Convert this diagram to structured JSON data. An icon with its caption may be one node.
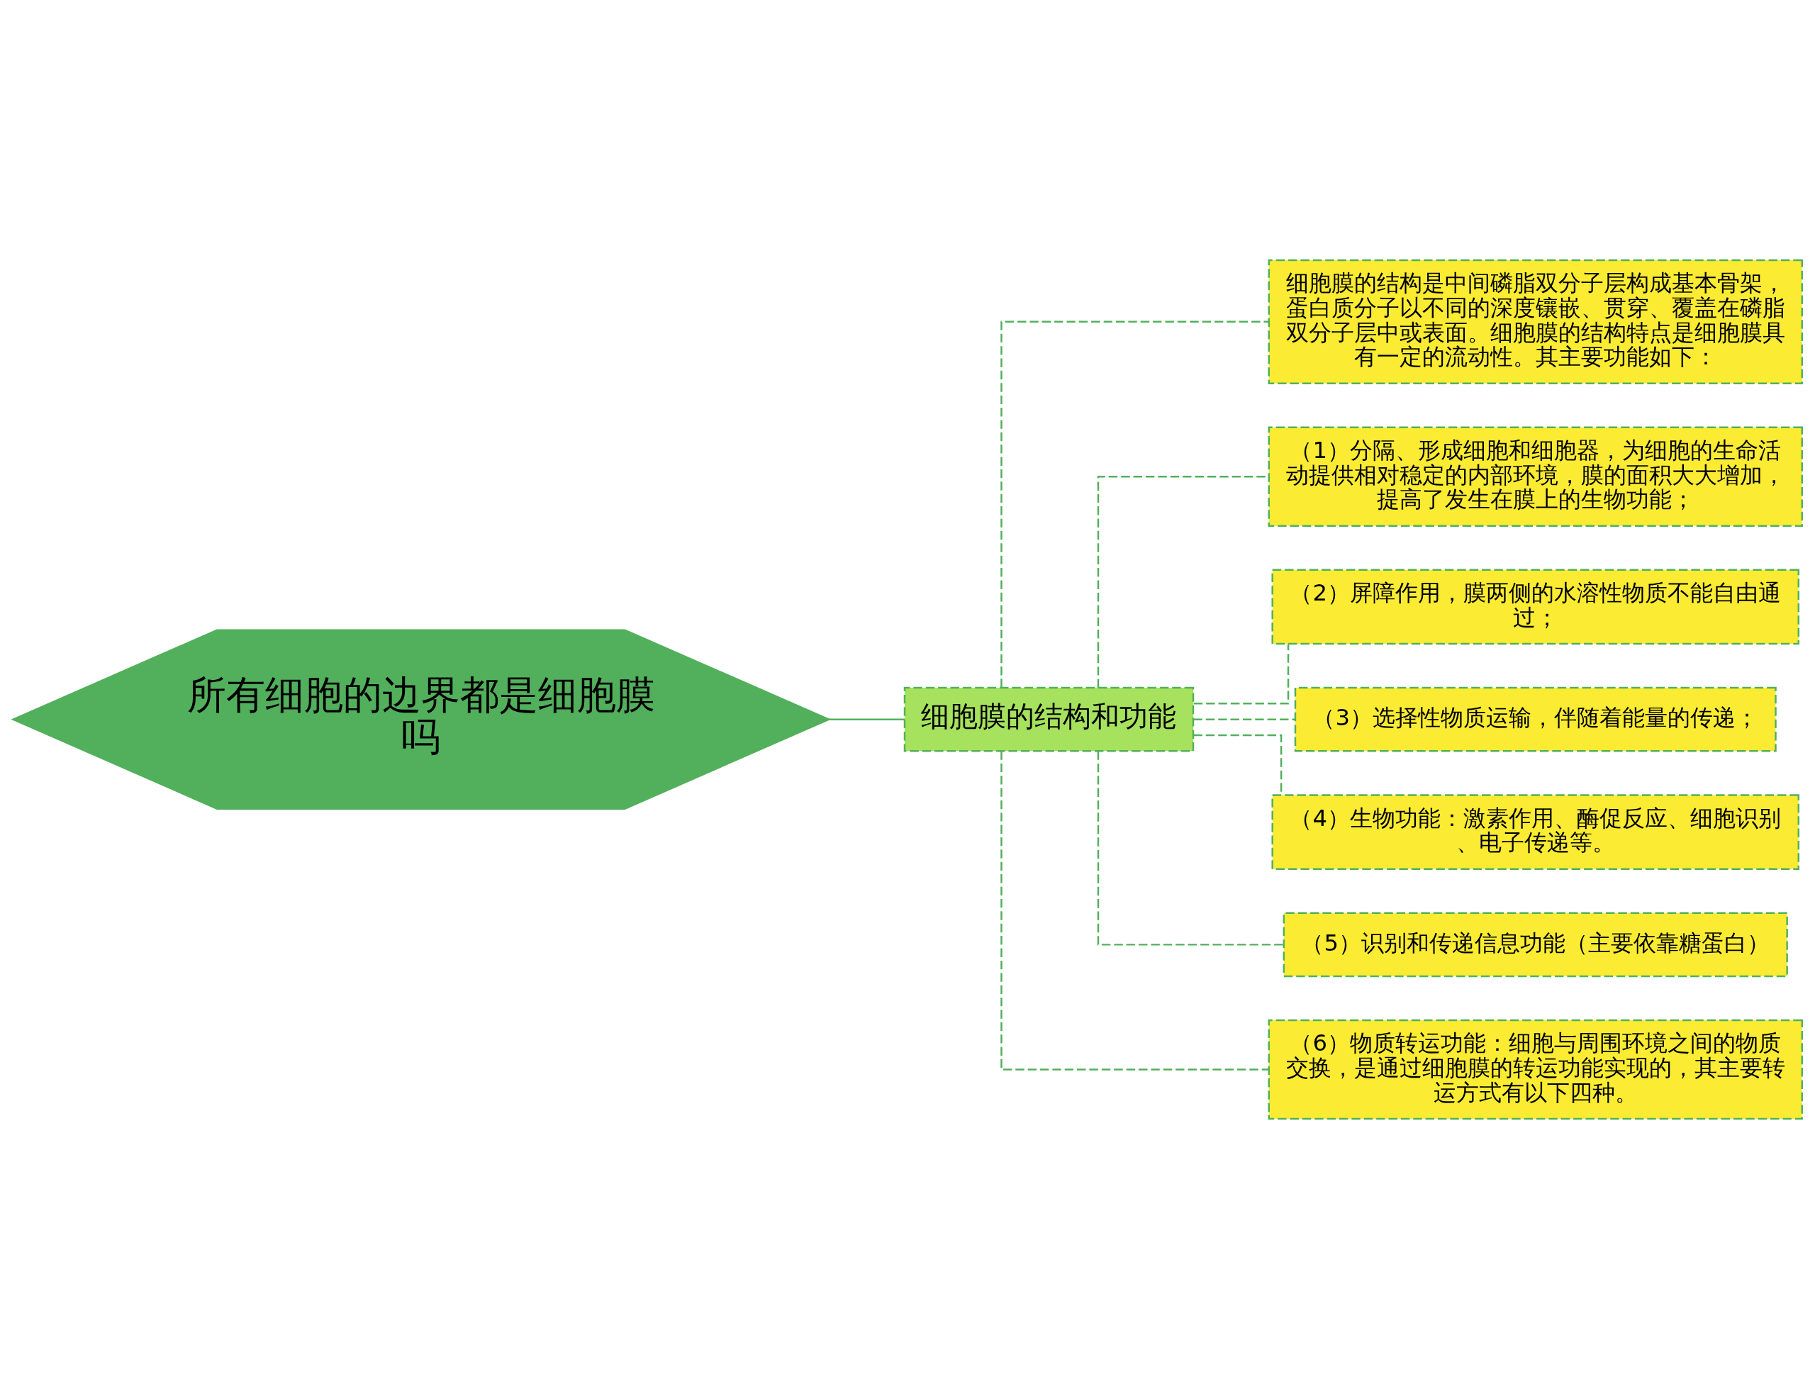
{
  "diagram": {
    "nodes": [
      {
        "text": [
          "所有细胞的边界都是细胞膜吗"
        ]
      },
      {
        "text": [
          "细胞膜的结构和功能"
        ]
      },
      {
        "text": [
          "细胞膜的结构是中间磷脂双分子层构成基本骨架，蛋白质分子以不同的深度镶嵌、贯穿、覆盖在磷脂双分子层中或表面。细胞膜的结构特点是细胞膜具有一定的流动性。其主要功能如下："
        ]
      },
      {
        "text": [
          "（1）分隔、形成细胞和细胞器，为细胞的生命活动提供相对稳定的内部环境，膜的面积大大增加，提高了发生在膜上的生物功能；"
        ]
      },
      {
        "text": [
          "（2）屏障作用，膜两侧的水溶性物质不能自由通过；"
        ]
      },
      {
        "text": [
          "（3）选择性物质运输，伴随着能量的传递；"
        ]
      },
      {
        "text": [
          "（4）生物功能：激素作用、酶促反应、细胞识别、电子传递等。"
        ]
      },
      {
        "text": [
          "（5）识别和传递信息功能（主要依靠糖蛋白）"
        ]
      },
      {
        "text": [
          "（6）物质转运功能：细胞与周围环境之间的物质交换，是通过细胞膜的转运功能实现的，其主要转运方式有以下四种。"
        ]
      }
    ],
    "edges": [
      {
        "from": 0,
        "to": 1,
        "arrow": "none"
      },
      {
        "from": 1,
        "to": 2,
        "arrow": "none",
        "style": "dashed"
      },
      {
        "from": 1,
        "to": 3,
        "arrow": "none",
        "style": "dashed"
      },
      {
        "from": 1,
        "to": 4,
        "arrow": "none",
        "style": "dashed"
      },
      {
        "from": 1,
        "to": 5,
        "arrow": "none",
        "style": "dashed"
      },
      {
        "from": 1,
        "to": 6,
        "arrow": "none",
        "style": "dashed"
      },
      {
        "from": 1,
        "to": 7,
        "arrow": "none",
        "style": "dashed"
      },
      {
        "from": 1,
        "to": 8,
        "arrow": "none",
        "style": "dashed"
      }
    ]
  }
}
